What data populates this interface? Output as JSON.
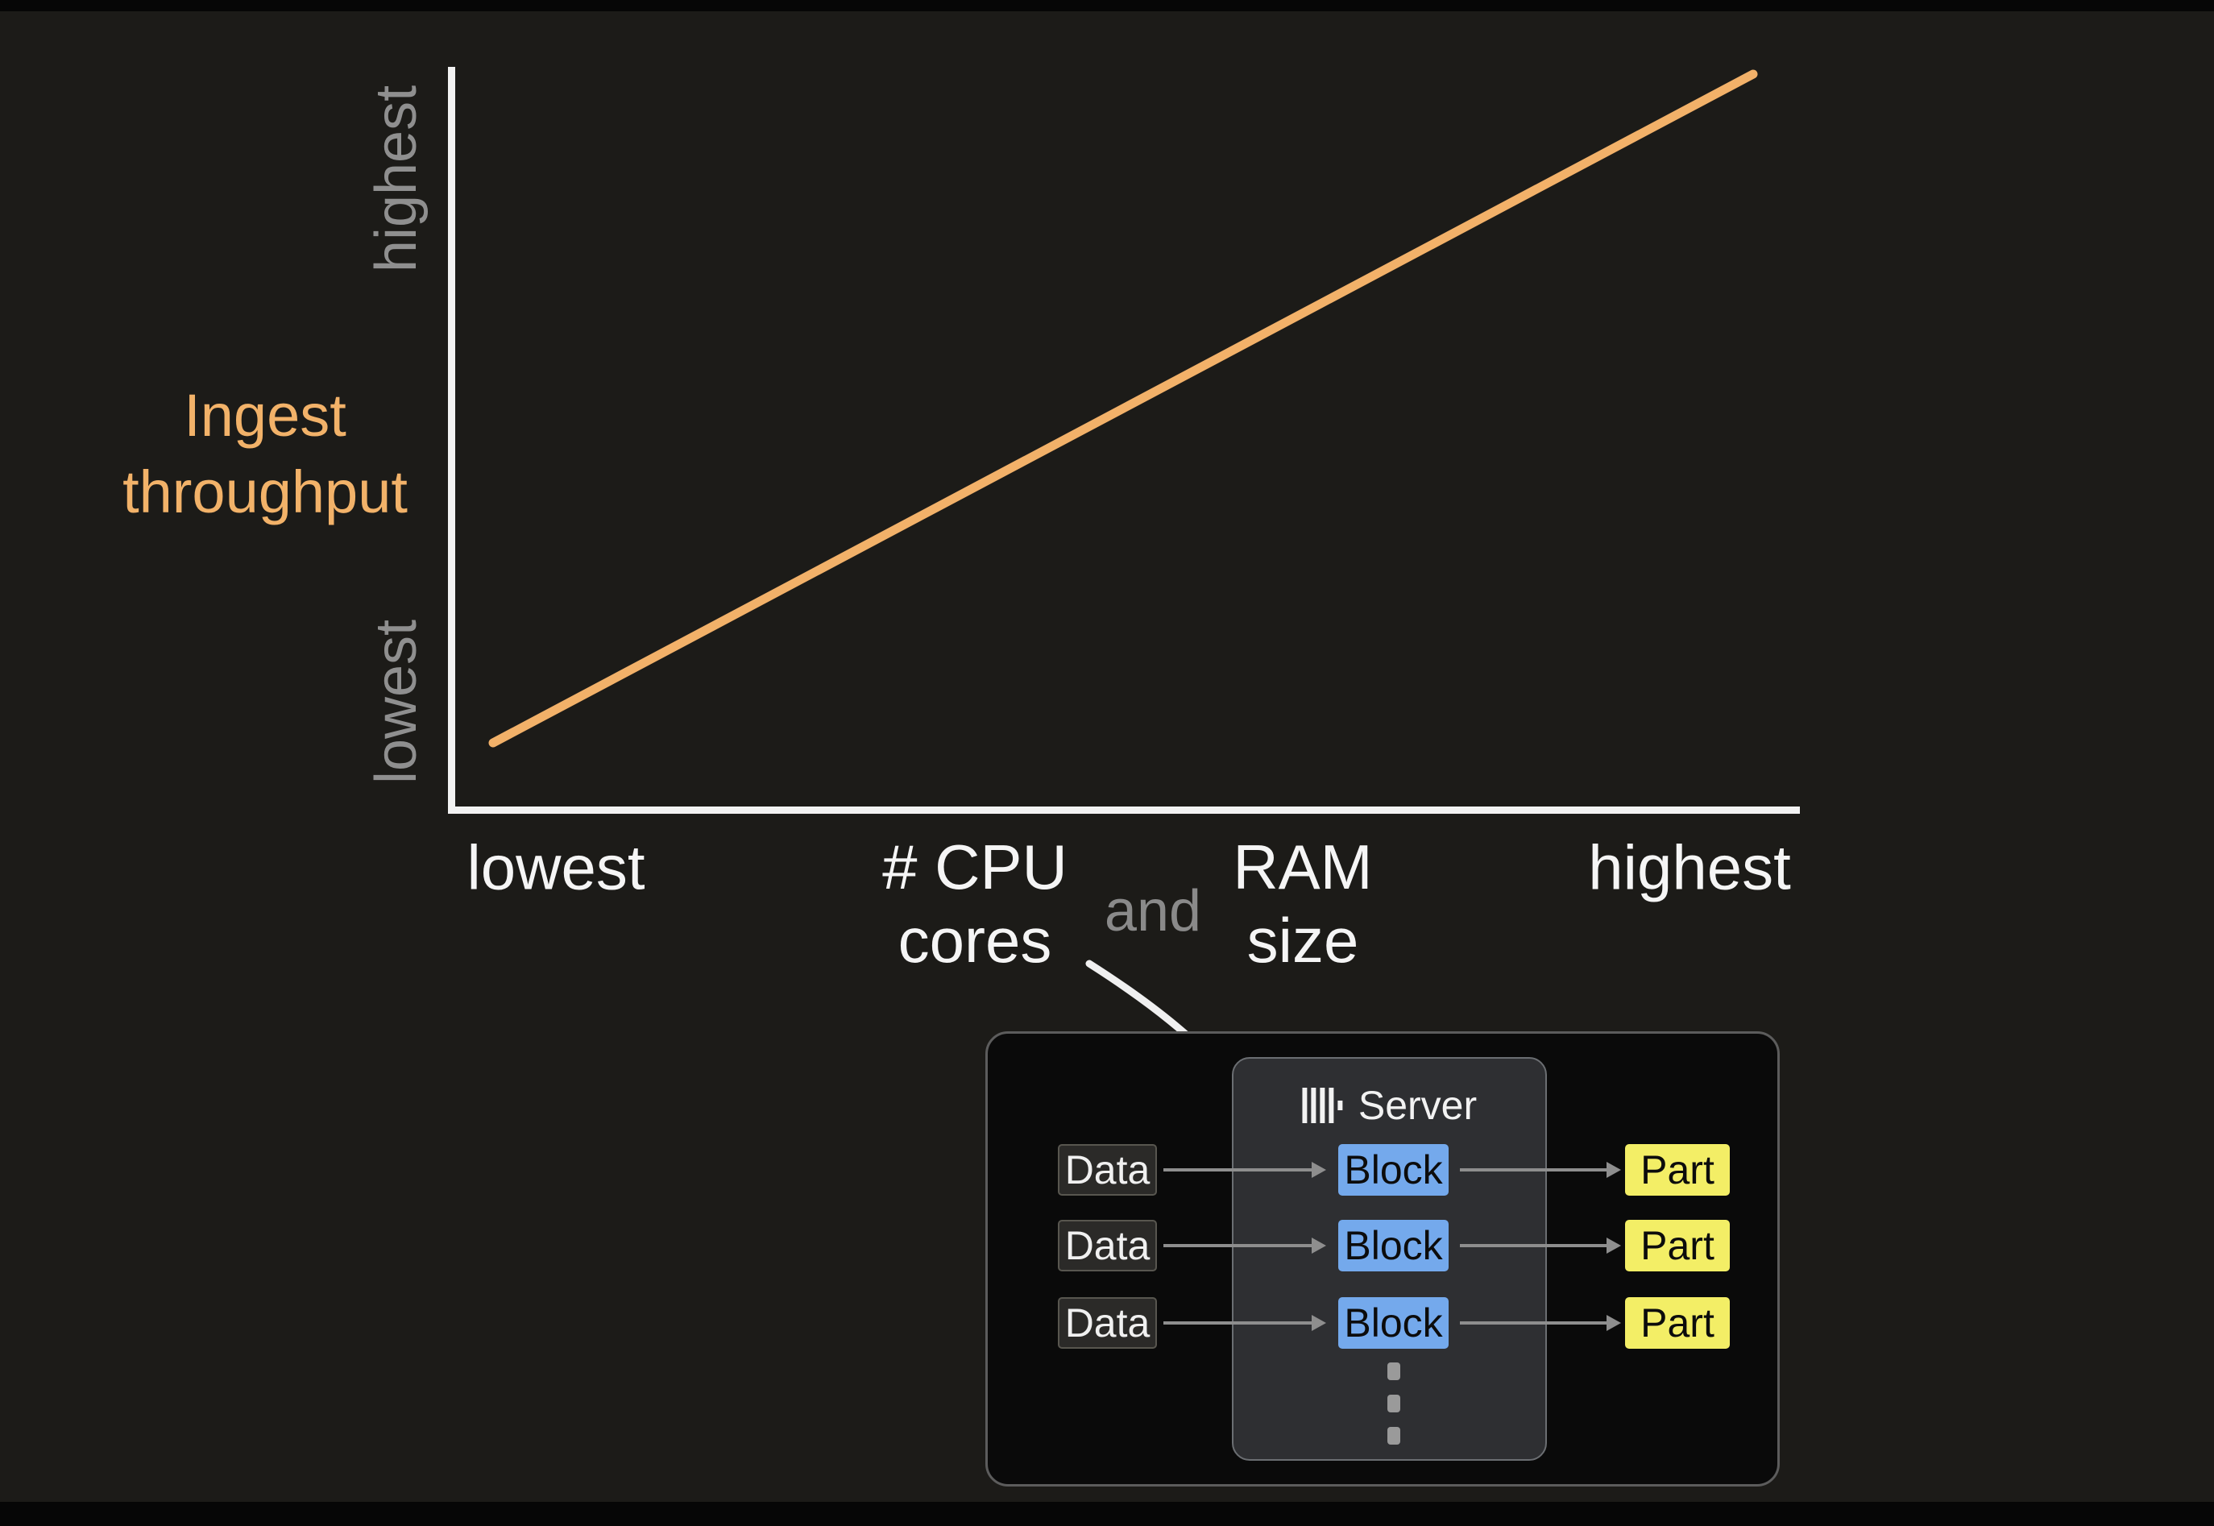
{
  "colors": {
    "background": "#1c1b18",
    "axis_white": "#f2f2f2",
    "line_orange": "#f2b169",
    "tick_gray": "#8f8f8f",
    "block_blue": "#74a9ec",
    "part_yellow": "#f3ee66",
    "data_box_dark": "#2b2a28"
  },
  "chart": {
    "y_axis_title": {
      "line1": "Ingest",
      "line2": "throughput"
    },
    "y_ticks": {
      "top": "highest",
      "bottom": "lowest"
    },
    "x_ticks": {
      "left": "lowest",
      "right": "highest"
    },
    "x_axis_label": {
      "cpu_line1": "# CPU",
      "cpu_line2": "cores",
      "conjunction": "and",
      "ram_line1": "RAM",
      "ram_line2": "size"
    }
  },
  "chart_data": {
    "type": "line",
    "title": "",
    "xlabel": "# CPU cores and RAM size",
    "ylabel": "Ingest throughput",
    "x_tick_labels": [
      "lowest",
      "highest"
    ],
    "y_tick_labels": [
      "lowest",
      "highest"
    ],
    "grid": false,
    "legend": false,
    "series": [
      {
        "name": "Ingest throughput vs # CPU cores and RAM size",
        "points": [
          {
            "x": "lowest",
            "y": "lowest"
          },
          {
            "x": "highest",
            "y": "highest"
          }
        ],
        "shape": "straight line, monotonically increasing",
        "color": "#f2b169"
      }
    ]
  },
  "inset": {
    "server_label": "Server",
    "rows": [
      {
        "input": "Data",
        "middle": "Block",
        "output": "Part"
      },
      {
        "input": "Data",
        "middle": "Block",
        "output": "Part"
      },
      {
        "input": "Data",
        "middle": "Block",
        "output": "Part"
      }
    ],
    "ellipsis_dot_count": 3
  }
}
